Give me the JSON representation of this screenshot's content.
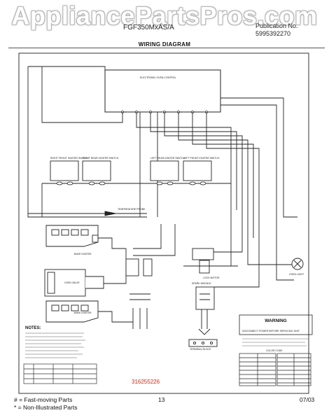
{
  "header": {
    "watermark": "AppliancePartsPros.com",
    "model": "FGF350MxAS/A",
    "publication_label": "Publication No.",
    "publication_number": "5995392270",
    "title": "WIRING DIAGRAM"
  },
  "diagram": {
    "control_label": "ELECTRONIC OVEN CONTROL",
    "switch_labels": [
      "RIGHT FRONT IGNITER SWITCH",
      "RIGHT REAR IGNITER SWITCH",
      "LEFT REAR IGNITER SWITCH",
      "LEFT FRONT IGNITER SWITCH"
    ],
    "temp_probe_label": "TEMPERATURE PROBE",
    "bake_igniter_label": "BAKE IGNITER",
    "broil_valve_label": "OVEN VALVE",
    "broil_igniter_label": "BAKE IGNITER",
    "door_lock_label": "LOCK MOTOR",
    "spark_module_label": "SPARK MODULE",
    "oven_light_label": "OVEN LIGHT",
    "terminal_label": "TERMINAL BLOCK",
    "warning_title": "WARNING",
    "warning_subtitle": "DISCONNECT POWER BEFORE SERVICING UNIT",
    "color_code_title": "COLOR CODE",
    "notes_title": "NOTES:"
  },
  "part_number": "316255226",
  "footer": {
    "legend_fast": "# = Fast-moving Parts",
    "legend_non": "* = Non-Illustrated Parts",
    "page_number": "13",
    "date": "07/03"
  }
}
